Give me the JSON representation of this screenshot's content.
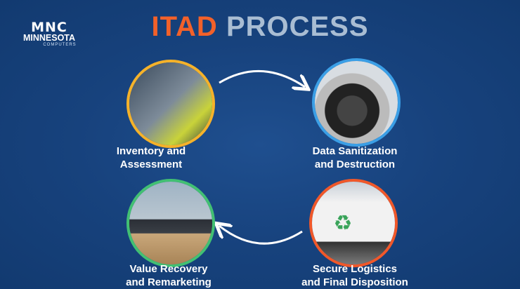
{
  "logo": {
    "mark": "MNC",
    "name": "MINNESOTA",
    "sub": "COMPUTERS"
  },
  "title": {
    "part1": "ITAD",
    "part2": "PROCESS"
  },
  "steps": [
    {
      "label1": "Inventory and",
      "label2": "Assessment",
      "color": "#f5b22a",
      "image": "warehouse-workers-photo"
    },
    {
      "label1": "Data Sanitization",
      "label2": "and Destruction",
      "color": "#3b9fe6",
      "image": "hard-drive-photo"
    },
    {
      "label1": "Secure Logistics",
      "label2": "and Final Disposition",
      "color": "#f0582a",
      "image": "recycling-truck-photo"
    },
    {
      "label1": "Value Recovery",
      "label2": "and Remarketing",
      "color": "#42c073",
      "image": "laptops-photo"
    }
  ]
}
